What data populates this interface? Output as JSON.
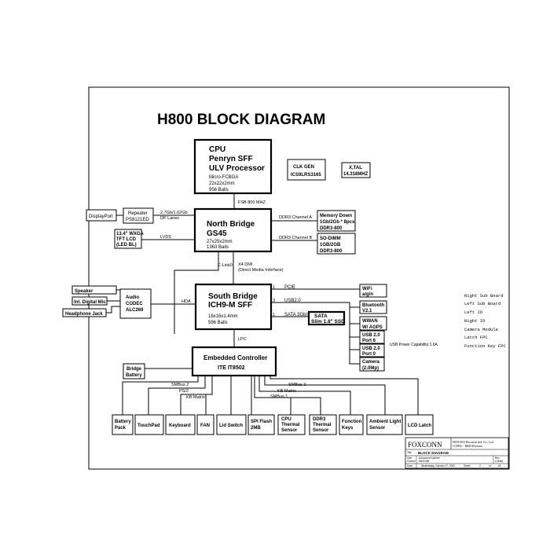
{
  "title": "H800 BLOCK DIAGRAM",
  "cpu": {
    "l1": "CPU",
    "l2": "Penryn SFF",
    "l3": "ULV Processor",
    "l4": "Micro-FCBGA",
    "l5": "22x22x2mm",
    "l6": "956 Balls"
  },
  "clkgen": {
    "l1": "CLK GEN",
    "l2": "ICS9LRS3165"
  },
  "xtal": {
    "l1": "X,TAL",
    "l2": "14.318MHZ"
  },
  "fsb": "FSB 800 MHZ",
  "displayport": "DisplayPort",
  "repeater": {
    "l1": "Repeater",
    "l2": "PS8121ED"
  },
  "dp_link": {
    "l1": "2.7Gb/1.62Gb",
    "l2": "DP Lanes"
  },
  "lcd": {
    "l1": "13.4\" WXGA",
    "l2": "TFT LCD",
    "l3": "(LED BL)"
  },
  "lvds": "LVDS",
  "nb": {
    "l1": "North Bridge",
    "l2": "GS45",
    "l3": "27x25x2mm",
    "l4": "1363 Balls"
  },
  "ddr_a": "DDR3 Channel A",
  "ddr_b": "DDR3 Channel B",
  "memdown": {
    "l1": "Memory Down",
    "l2": "1Gb/2Gb * 8pcs",
    "l3": "DDR3-800"
  },
  "sodimm": {
    "l1": "SO-DIMM",
    "l2": "1GB/2GB",
    "l3": "DDR3-800"
  },
  "clink": "C-Link0",
  "dmi": {
    "l1": "X4 DMI",
    "l2": "(Direct Media Interface)"
  },
  "speaker": "Speaker",
  "intmic": "Int. Digital Mic",
  "hpjack": "Headphone Jack",
  "audio": {
    "l1": "Audio",
    "l2": "CODEC",
    "l3": "ALC269"
  },
  "hda": "HDA",
  "sb": {
    "l1": "South Bridge",
    "l2": "ICH9-M SFF",
    "l3": "16x16x1.4mm",
    "l4": "596 Balls"
  },
  "pcie": {
    "num": "1",
    "label": "PCIE"
  },
  "usb20": {
    "num": "3",
    "label": "USB2.0"
  },
  "sata_bus": {
    "num": "1",
    "label": "SATA 3Gb/s"
  },
  "wifi": {
    "l1": "WiFi",
    "l2": "a/g/n"
  },
  "bt": {
    "l1": "Bluetooth",
    "l2": "V2.1"
  },
  "wwan": {
    "l1": "WWAN",
    "l2": "W/ AGPS"
  },
  "ssd": {
    "l1": "SATA",
    "l2": "Slim 1.8\" SSD"
  },
  "usbp6": {
    "l1": "USB 2.0",
    "l2": "Port 6"
  },
  "usbp0": {
    "l1": "USB 2.0",
    "l2": "Port 0"
  },
  "usbcap": "USB Power Capability:1.6A",
  "camera": {
    "l1": "Camera",
    "l2": "(2.0Mp)"
  },
  "right_notes": [
    "Right Sub Board",
    "Left Sub Board",
    "Left IO",
    "Right IO",
    "Camera Module",
    "Latch FPC",
    "Function Key FPC"
  ],
  "lpc": "LPC",
  "ec": {
    "l1": "Embedded Controller",
    "l2": "ITE IT8502"
  },
  "bridge": {
    "l1": "Bridge",
    "l2": "Battery"
  },
  "bus_labels": {
    "smbus2": "SMBus 2",
    "ps2": "PS/2",
    "kbm1": "KB Matrix",
    "smbus3": "SMBus 3",
    "kbm2": "KB Matrix",
    "smbus1": "SMBus 1"
  },
  "periph": {
    "battery": {
      "l1": "Battery",
      "l2": "Pack"
    },
    "touchpad": "TouchPad",
    "keyboard": "Keyboard",
    "fan": "FAN",
    "lidswitch": "Lid Switch",
    "spiflash": {
      "l1": "SPI Flash",
      "l2": "2MB"
    },
    "cputherm": {
      "l1": "CPU",
      "l2": "Thermal",
      "l3": "Sensor"
    },
    "ddr3therm": {
      "l1": "DDR3",
      "l2": "Thermal",
      "l3": "Sensor"
    },
    "fnkeys": {
      "l1": "Function",
      "l2": "Keys"
    },
    "ambient": {
      "l1": "Ambient Light",
      "l2": "Sensor"
    },
    "lcdlatch": "LCD Latch"
  },
  "titleblock": {
    "logo": "FOXCONN",
    "company1": "HON HAI Precision Ind. Co., Ltd.",
    "company2": "CCPBG - R&D Division",
    "title_label": "Title",
    "title_val": "BLOCK DIAGRAM",
    "size_label": "Size",
    "size_val": "Custom",
    "docnum_label": "Document Number",
    "docnum_val": "H800 MB",
    "rev_label": "Rev",
    "rev_val": "A Build",
    "date_label": "Date:",
    "date_val": "Wednesday, October 07, 2009",
    "sheet_label": "Sheet",
    "sheet_num": "2",
    "sheet_of": "of",
    "sheet_total": "60"
  }
}
